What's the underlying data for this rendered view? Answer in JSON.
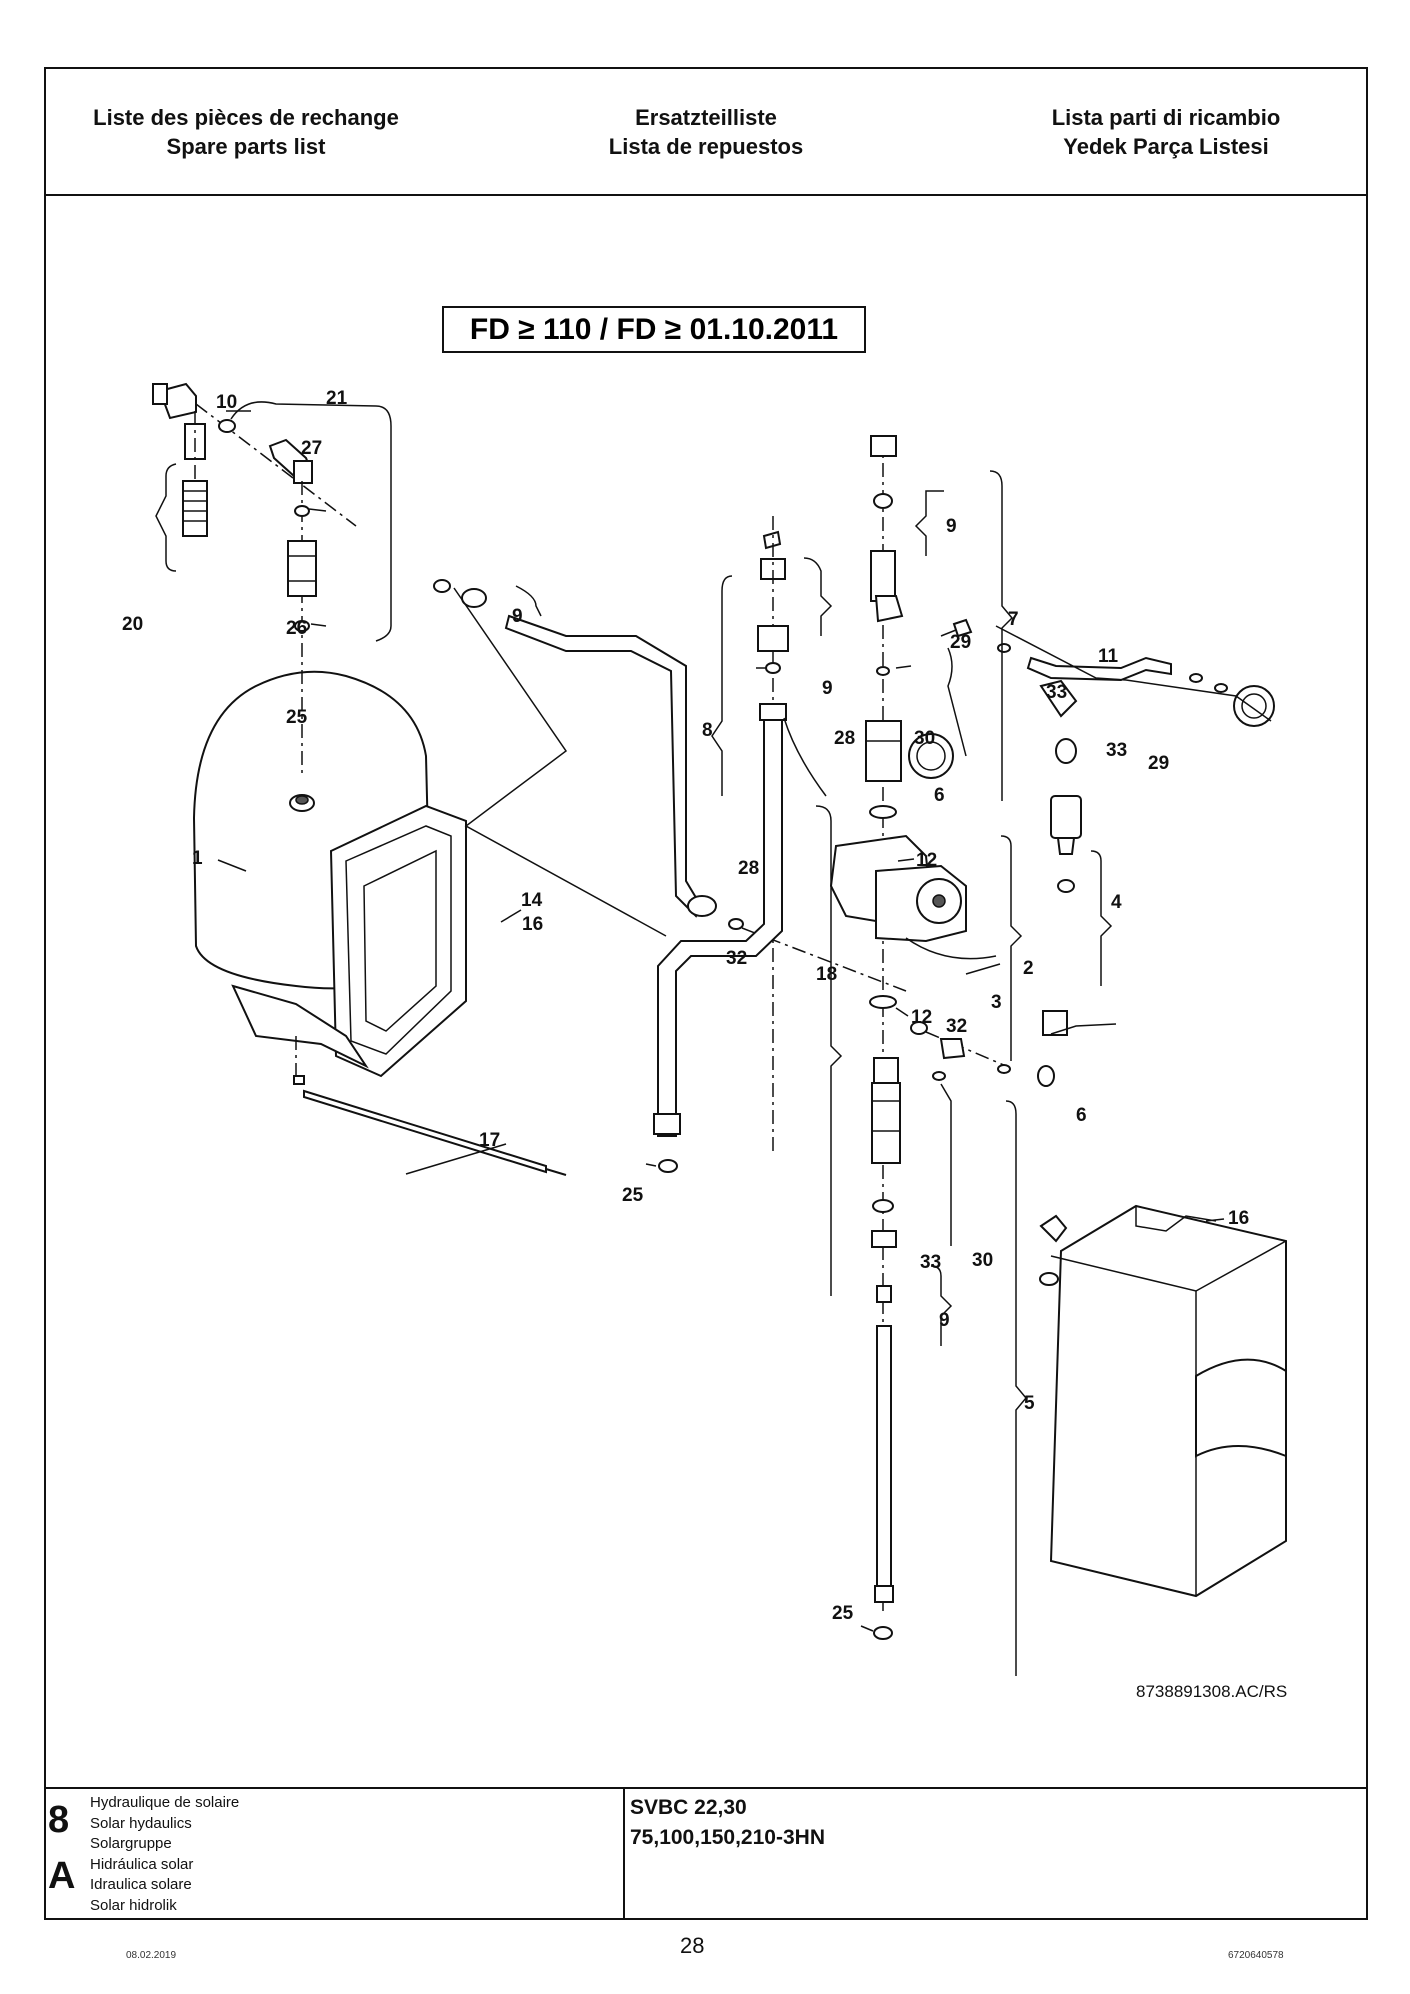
{
  "header": {
    "col1": [
      "Liste des pièces de rechange",
      "Spare parts list"
    ],
    "col2": [
      "Ersatzteilliste",
      "Lista de repuestos"
    ],
    "col3": [
      "Lista parti di ricambio",
      "Yedek Parça Listesi"
    ]
  },
  "drawing": {
    "version_box": "FD ≥ 110  /  FD ≥ 01.10.2011",
    "drawing_ref": "8738891308.AC/RS",
    "callouts": {
      "c1": "1",
      "c2": "2",
      "c3": "3",
      "c4": "4",
      "c5": "5",
      "c6a": "6",
      "c6b": "6",
      "c7": "7",
      "c8": "8",
      "c9a": "9",
      "c9b": "9",
      "c9c": "9",
      "c9d": "9",
      "c10": "10",
      "c11": "11",
      "c12a": "12",
      "c12b": "12",
      "c14": "14",
      "c16a": "16",
      "c16b": "16",
      "c17": "17",
      "c18": "18",
      "c20": "20",
      "c21": "21",
      "c25a": "25",
      "c25b": "25",
      "c25c": "25",
      "c26": "26",
      "c27": "27",
      "c28a": "28",
      "c28b": "28",
      "c29a": "29",
      "c29b": "29",
      "c30a": "30",
      "c30b": "30",
      "c32a": "32",
      "c32b": "32",
      "c33a": "33",
      "c33b": "33",
      "c33c": "33"
    }
  },
  "footer": {
    "section_number": "8",
    "section_letter": "A",
    "titles": [
      "Hydraulique de solaire",
      "Solar hydaulics",
      "Solargruppe",
      "Hidráulica solar",
      "Idraulica solare",
      "Solar hidrolik"
    ],
    "model_line1": "SVBC 22,30",
    "model_line2": "75,100,150,210-3HN"
  },
  "page": {
    "number": "28",
    "date": "08.02.2019",
    "doc_number": "6720640578"
  }
}
